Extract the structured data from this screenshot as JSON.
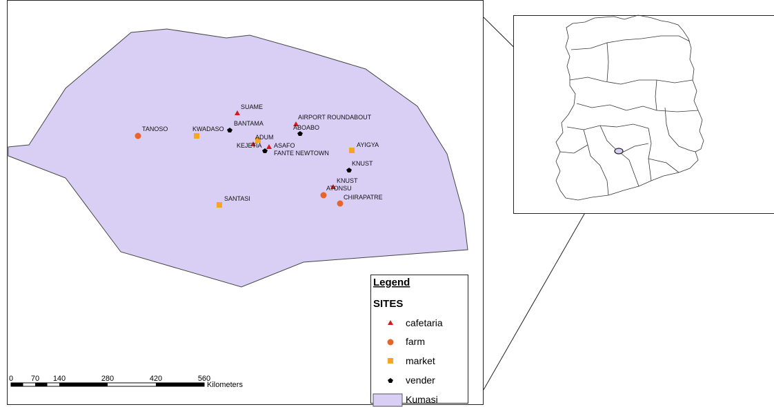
{
  "map": {
    "region_color": "#d9cff5",
    "colors": {
      "cafetaria": "#d7191c",
      "farm": "#e8642a",
      "market": "#f5a623",
      "vender": "#000000"
    },
    "sites": [
      {
        "name": "SUAME",
        "category": "cafetaria"
      },
      {
        "name": "AIRPORT ROUNDABOUT",
        "category": "cafetaria"
      },
      {
        "name": "BANTAMA",
        "category": "vender"
      },
      {
        "name": "ABOABO",
        "category": "vender"
      },
      {
        "name": "TANOSO",
        "category": "farm"
      },
      {
        "name": "KWADASO",
        "category": "market"
      },
      {
        "name": "ADUM",
        "category": "market"
      },
      {
        "name": "KEJETIA",
        "category": "cafetaria"
      },
      {
        "name": "ASAFO",
        "category": "cafetaria"
      },
      {
        "name": "FANTE NEWTOWN",
        "category": "vender"
      },
      {
        "name": "AYIGYA",
        "category": "market"
      },
      {
        "name": "KNUST",
        "category": "vender"
      },
      {
        "name": "KNUST",
        "category": "cafetaria"
      },
      {
        "name": "ATONSU",
        "category": "farm"
      },
      {
        "name": "CHIRAPATRE",
        "category": "farm"
      },
      {
        "name": "SANTASI",
        "category": "market"
      }
    ]
  },
  "legend": {
    "title": "Legend",
    "subtitle": "SITES",
    "items": [
      {
        "label": "cafetaria",
        "symbol": "triangle"
      },
      {
        "label": "farm",
        "symbol": "circle"
      },
      {
        "label": "market",
        "symbol": "square"
      },
      {
        "label": "vender",
        "symbol": "pentagon"
      },
      {
        "label": "Kumasi",
        "symbol": "polygon"
      }
    ]
  },
  "scalebar": {
    "ticks": [
      "0",
      "70",
      "140",
      "280",
      "420",
      "560"
    ],
    "unit": "Kilometers"
  }
}
